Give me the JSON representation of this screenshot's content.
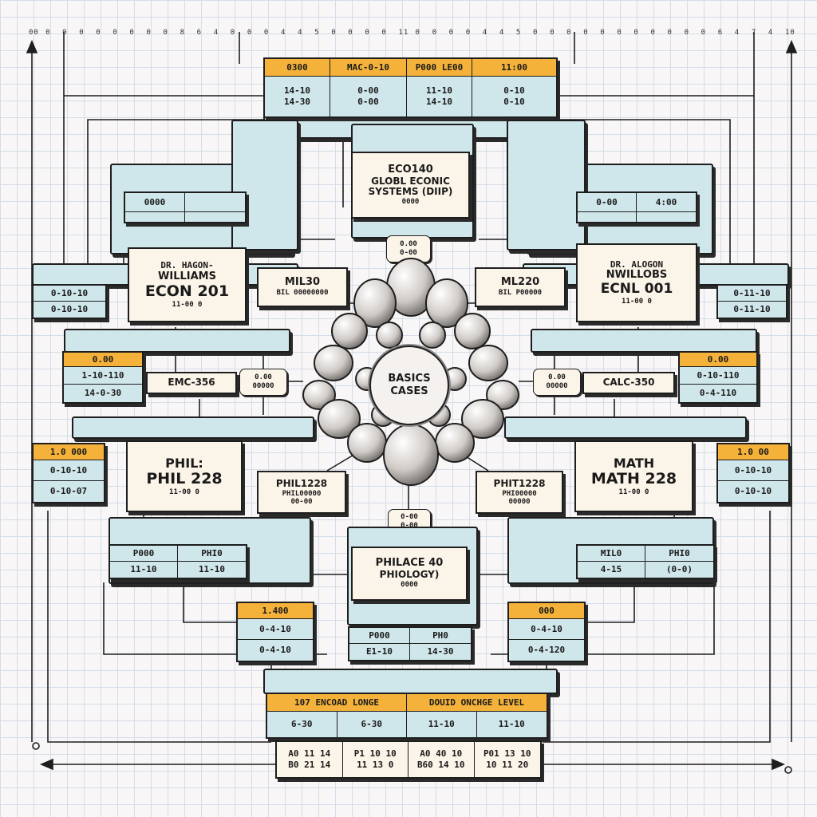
{
  "ruler": [
    "00",
    "0",
    "0",
    "0",
    "0",
    "0",
    "0",
    "0",
    "0",
    "8",
    "6",
    "4",
    "0",
    "0",
    "0",
    "4",
    "4",
    "5",
    "0",
    "0",
    "0",
    "0",
    "11",
    "0",
    "0",
    "0",
    "0",
    "4",
    "4",
    "5",
    "0",
    "0",
    "0",
    "0",
    "0",
    "0",
    "0",
    "0",
    "0",
    "0",
    "0",
    "6",
    "4",
    "7",
    "4",
    "10"
  ],
  "top_header": {
    "cols": 4,
    "widths": [
      82,
      96,
      82,
      98
    ],
    "header": [
      "0300",
      "MAC-0-10",
      "P000 LE00",
      "11:00"
    ],
    "row": [
      [
        "14-10",
        "14-30"
      ],
      [
        "0-00",
        "0-00"
      ],
      [
        "11-10",
        "14-10"
      ],
      [
        "0-10",
        "0-10"
      ]
    ]
  },
  "bottom_footer": {
    "header_left": "107 ENCOAD LONGE",
    "header_right": "DOUID ONCHGE LEVEL",
    "row1": [
      "6-30",
      "6-30",
      "11-10",
      "11-10"
    ],
    "row2": [
      [
        "A0 11 14",
        "B0 21 14"
      ],
      [
        "P1 10 10",
        "11 13 0"
      ],
      [
        "A0 40 10",
        "B60 14 10"
      ],
      [
        "P01 13 10",
        "10 11 20"
      ]
    ]
  },
  "center": {
    "line1": "BASICS",
    "line2": "CASES"
  },
  "cards": {
    "econ_top": {
      "line1": "ECO140",
      "line2": "GLOBL ECONIC",
      "line3": "SYSTEMS (DIIP)",
      "line4": "0000"
    },
    "econ201": {
      "line1": "DR. HAGON-",
      "line2": "WILLIAMS",
      "line3": "ECON 201",
      "line4": "11-00 0"
    },
    "econ001": {
      "line1": "DR. ALOGON",
      "line2": "NWILLOBS",
      "line3": "ECNL 001",
      "line4": "11-00 0"
    },
    "mil30": {
      "line1": "MIL30",
      "line2": "BIL 00000000"
    },
    "ml220": {
      "line1": "ML220",
      "line2": "BIL P00000"
    },
    "phil228": {
      "line1": "PHIL:",
      "line2": "PHIL 228",
      "line3": "11-00 0"
    },
    "math228": {
      "line1": "MATH",
      "line2": "MATH 228",
      "line3": "11-00 0"
    },
    "phil228_small": {
      "line1": "PHIL1228",
      "line2": "PHIL00000",
      "line3": "00-00"
    },
    "phit228_small": {
      "line1": "PHIT1228",
      "line2": "PHI00000",
      "line3": "00000"
    },
    "philace": {
      "line1": "PHILACE 40",
      "line2": "PHIOLOGY)",
      "line3": "0000"
    },
    "emc": {
      "line1": "EMC-356"
    },
    "calc": {
      "line1": "CALC-350"
    }
  },
  "pills": {
    "top_mid": [
      "0.00",
      "0-00"
    ],
    "left_mid": [
      "0.00",
      "00000"
    ],
    "right_mid": [
      "0.00",
      "00000"
    ],
    "bottom_mid": [
      "0-00",
      "0-00"
    ]
  },
  "tables": {
    "upper_left": {
      "cells": [
        "0000",
        "",
        "",
        "",
        "",
        ""
      ]
    },
    "upper_right": {
      "cells": [
        "",
        "0-00",
        "",
        "4:00",
        "",
        ""
      ]
    },
    "far_left_upper": {
      "cells": [
        "0-10-10",
        "0-10-10"
      ]
    },
    "far_right_upper": {
      "cells": [
        "0-11-10",
        "0-11-10"
      ]
    },
    "mid_left": {
      "header": "0.00",
      "cells": [
        "1-10-110",
        "14-0-30"
      ]
    },
    "mid_right": {
      "header": "0.00",
      "cells": [
        "0-10-110",
        "0-4-110"
      ]
    },
    "lower_far_left": {
      "header": "1.0 000",
      "cells": [
        "0-10-10",
        "0-10-07"
      ]
    },
    "lower_far_right": {
      "header": "1.0 00",
      "cells": [
        "0-10-10",
        "0-10-10"
      ]
    },
    "lower_left": {
      "cells": [
        "P000",
        "PHI0",
        "11-10",
        "11-10"
      ]
    },
    "lower_right": {
      "cells": [
        "MIL0",
        "PHI0",
        "4-15",
        "(0-0)"
      ]
    },
    "bottom_left_mid": {
      "header": "1.400",
      "cells": [
        "0-4-10",
        "0-4-10"
      ]
    },
    "bottom_right_mid": {
      "header": "000",
      "cells": [
        "0-4-10",
        "0-4-120"
      ]
    },
    "bottom_center": {
      "cells": [
        "P000",
        "PH0",
        "E1-10",
        "14-30"
      ]
    }
  }
}
